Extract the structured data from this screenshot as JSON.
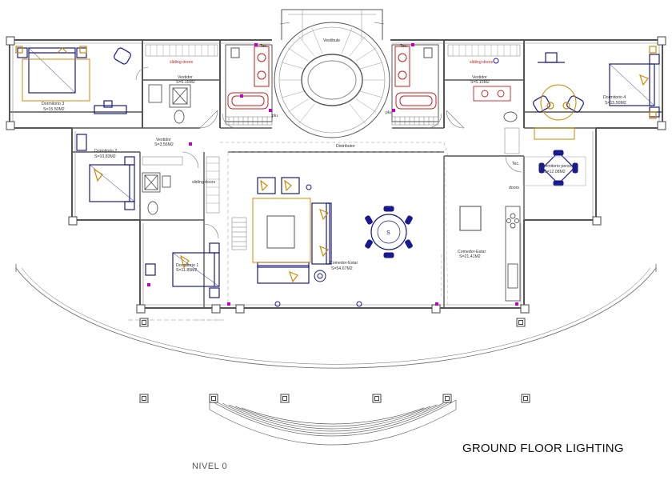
{
  "title": "GROUND FLOOR LIGHTING",
  "level": "NIVEL 0",
  "rooms": [
    {
      "name": "Vestibule",
      "area": ""
    },
    {
      "name": "Dormitorio 3",
      "area": "S=15.50M2"
    },
    {
      "name": "Vestidor",
      "area": "S=5.15M2"
    },
    {
      "name": "Vestidor",
      "area": "S=5.15M2"
    },
    {
      "name": "Dormitorio 4",
      "area": "S=15.50M2"
    },
    {
      "name": "Dormitorio 2",
      "area": "S=10.83M2"
    },
    {
      "name": "Vestidor",
      "area": "S=3.56M2"
    },
    {
      "name": "Dormitorio 1",
      "area": "S=11.85M2"
    },
    {
      "name": "Distributor",
      "area": ""
    },
    {
      "name": "Comedor-Estar",
      "area": "S=54.67M2"
    },
    {
      "name": "Comedor-Estar",
      "area": "S=21.41M2"
    },
    {
      "name": "Dormitorio perso.",
      "area": "S=12.08M2"
    }
  ],
  "labels": {
    "sliding_doors_left": "sliding doors",
    "sliding_doors_right": "sliding doors",
    "sliding_doors_mid": "sliding doors",
    "doors": "doors",
    "plu_left": "plu.",
    "plu_right": "plu.",
    "tec_left": "Tec.",
    "tec_right": "Tec.",
    "tec_kitchen": "Tec.",
    "table_letter": "S"
  },
  "colors": {
    "wall": "#555555",
    "furniture": "#1a1a8c",
    "lighting": "#d08a00",
    "fixture": "#c81e1e",
    "outlet": "#c000c0"
  }
}
